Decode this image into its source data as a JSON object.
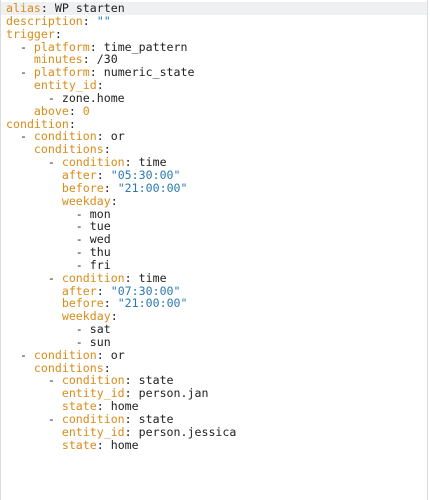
{
  "colors": {
    "key": "#d98c1a",
    "string": "#2a7ab0",
    "text": "#1f1f1f",
    "active_line": "#eef0f2"
  },
  "editor": {
    "active_line": 0,
    "lines": [
      {
        "indent": "",
        "dash": false,
        "key": "alias",
        "value": "WP starten",
        "vtype": "plain"
      },
      {
        "indent": "",
        "dash": false,
        "key": "description",
        "value": "\"\"",
        "vtype": "str"
      },
      {
        "indent": "",
        "dash": false,
        "key": "trigger",
        "value": "",
        "vtype": "plain"
      },
      {
        "indent": "  ",
        "dash": true,
        "key": "platform",
        "value": "time_pattern",
        "vtype": "plain"
      },
      {
        "indent": "    ",
        "dash": false,
        "key": "minutes",
        "value": "/30",
        "vtype": "plain"
      },
      {
        "indent": "  ",
        "dash": true,
        "key": "platform",
        "value": "numeric_state",
        "vtype": "plain"
      },
      {
        "indent": "    ",
        "dash": false,
        "key": "entity_id",
        "value": "",
        "vtype": "plain"
      },
      {
        "indent": "      ",
        "dash": true,
        "key": "",
        "value": "zone.home",
        "vtype": "plain"
      },
      {
        "indent": "    ",
        "dash": false,
        "key": "above",
        "value": "0",
        "vtype": "num"
      },
      {
        "indent": "",
        "dash": false,
        "key": "condition",
        "value": "",
        "vtype": "plain"
      },
      {
        "indent": "  ",
        "dash": true,
        "key": "condition",
        "value": "or",
        "vtype": "plain"
      },
      {
        "indent": "    ",
        "dash": false,
        "key": "conditions",
        "value": "",
        "vtype": "plain"
      },
      {
        "indent": "      ",
        "dash": true,
        "key": "condition",
        "value": "time",
        "vtype": "plain"
      },
      {
        "indent": "        ",
        "dash": false,
        "key": "after",
        "value": "\"05:30:00\"",
        "vtype": "str"
      },
      {
        "indent": "        ",
        "dash": false,
        "key": "before",
        "value": "\"21:00:00\"",
        "vtype": "str"
      },
      {
        "indent": "        ",
        "dash": false,
        "key": "weekday",
        "value": "",
        "vtype": "plain"
      },
      {
        "indent": "          ",
        "dash": true,
        "key": "",
        "value": "mon",
        "vtype": "plain"
      },
      {
        "indent": "          ",
        "dash": true,
        "key": "",
        "value": "tue",
        "vtype": "plain"
      },
      {
        "indent": "          ",
        "dash": true,
        "key": "",
        "value": "wed",
        "vtype": "plain"
      },
      {
        "indent": "          ",
        "dash": true,
        "key": "",
        "value": "thu",
        "vtype": "plain"
      },
      {
        "indent": "          ",
        "dash": true,
        "key": "",
        "value": "fri",
        "vtype": "plain"
      },
      {
        "indent": "      ",
        "dash": true,
        "key": "condition",
        "value": "time",
        "vtype": "plain"
      },
      {
        "indent": "        ",
        "dash": false,
        "key": "after",
        "value": "\"07:30:00\"",
        "vtype": "str"
      },
      {
        "indent": "        ",
        "dash": false,
        "key": "before",
        "value": "\"21:00:00\"",
        "vtype": "str"
      },
      {
        "indent": "        ",
        "dash": false,
        "key": "weekday",
        "value": "",
        "vtype": "plain"
      },
      {
        "indent": "          ",
        "dash": true,
        "key": "",
        "value": "sat",
        "vtype": "plain"
      },
      {
        "indent": "          ",
        "dash": true,
        "key": "",
        "value": "sun",
        "vtype": "plain"
      },
      {
        "indent": "  ",
        "dash": true,
        "key": "condition",
        "value": "or",
        "vtype": "plain"
      },
      {
        "indent": "    ",
        "dash": false,
        "key": "conditions",
        "value": "",
        "vtype": "plain"
      },
      {
        "indent": "      ",
        "dash": true,
        "key": "condition",
        "value": "state",
        "vtype": "plain"
      },
      {
        "indent": "        ",
        "dash": false,
        "key": "entity_id",
        "value": "person.jan",
        "vtype": "plain"
      },
      {
        "indent": "        ",
        "dash": false,
        "key": "state",
        "value": "home",
        "vtype": "plain"
      },
      {
        "indent": "      ",
        "dash": true,
        "key": "condition",
        "value": "state",
        "vtype": "plain"
      },
      {
        "indent": "        ",
        "dash": false,
        "key": "entity_id",
        "value": "person.jessica",
        "vtype": "plain"
      },
      {
        "indent": "        ",
        "dash": false,
        "key": "state",
        "value": "home",
        "vtype": "plain"
      }
    ]
  }
}
